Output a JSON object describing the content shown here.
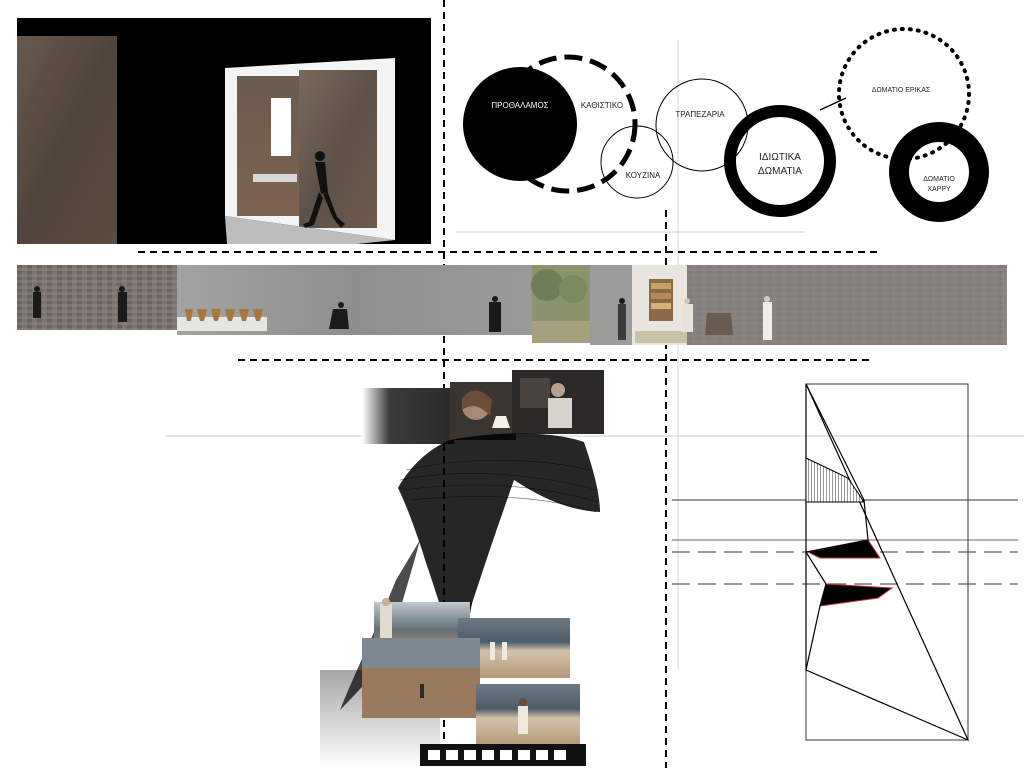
{
  "bubble_diagram": {
    "labels": {
      "prothalamos": "ΠΡΟΘΑΛΑΜΟΣ",
      "kathistiko": "ΚΑΘΙΣΤΙΚΟ",
      "kouzina": "ΚΟΥΖΙΝΑ",
      "trapezaria": "ΤΡΑΠΕΖΑΡΙΑ",
      "idiotika_line1": "ΙΔΙΩΤΙΚΑ",
      "idiotika_line2": "ΔΩΜΑΤΙΑ",
      "domatio_erikas": "ΔΩΜΑΤΙΟ ΕΡΙΚΑΣ",
      "domatio_harry_line1": "ΔΩΜΑΤΙΟ",
      "domatio_harry_line2": "ΧΑΡΡΥ"
    }
  },
  "colors": {
    "black": "#000000",
    "wall_gray": "#8f8d89",
    "rust": "#6e5544",
    "sand": "#a8876a",
    "sea": "#5d6f78",
    "red_edge": "#c03030"
  },
  "icons": [
    "walking-figure",
    "film-strip"
  ]
}
